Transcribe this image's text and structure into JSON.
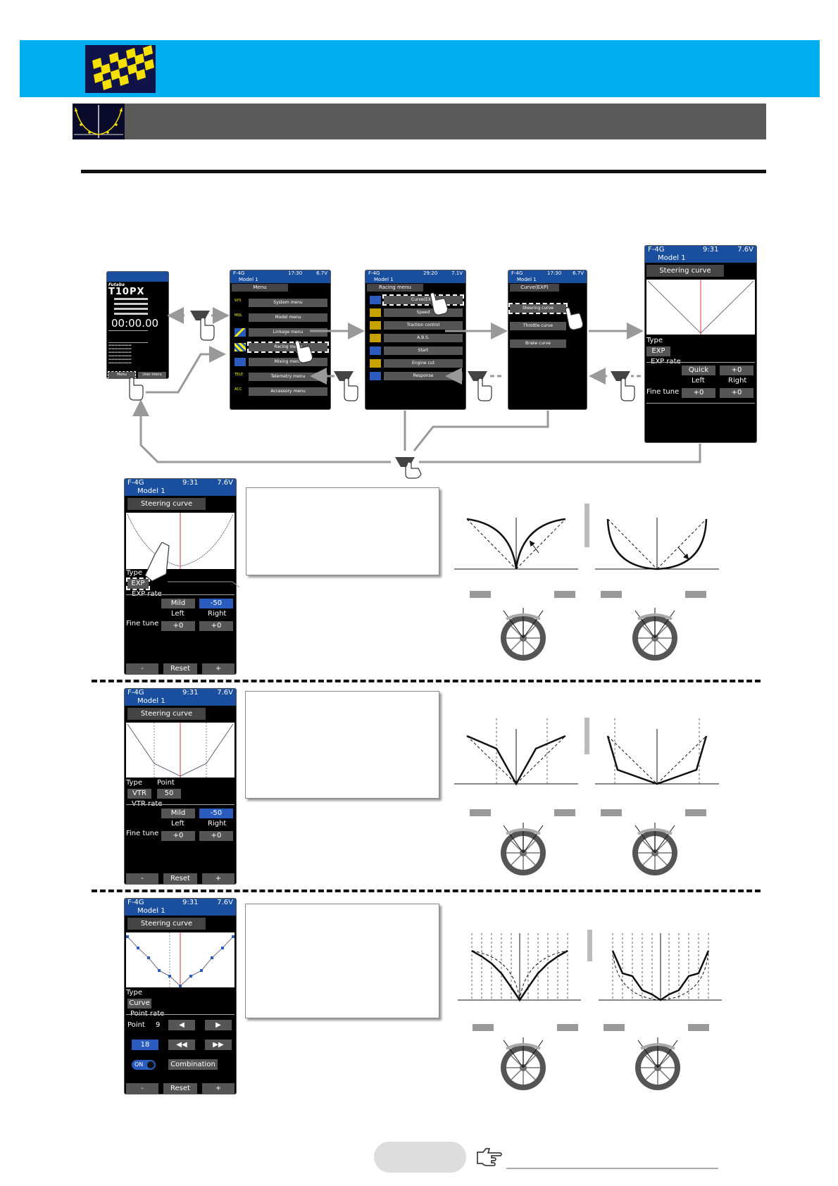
{
  "screens": {
    "status_left": "F-4G",
    "time": "9:31",
    "voltage": "7.6V",
    "model": "Model 1",
    "steering_curve": "Steering curve"
  },
  "home": {
    "brand": "Futaba",
    "model_name": "T10PX",
    "timer": "00:00.00",
    "menu_btn": "Menu",
    "user_menu_btn": "User menu"
  },
  "menu_screen": {
    "title": "Menu",
    "time": "17:30",
    "voltage": "6.7V",
    "items": [
      {
        "icon": "SYS",
        "label": "System menu"
      },
      {
        "icon": "MDL",
        "label": "Model menu"
      },
      {
        "icon": "",
        "label": "Linkage menu"
      },
      {
        "icon": "",
        "label": "Racing menu"
      },
      {
        "icon": "",
        "label": "Mixing menu"
      },
      {
        "icon": "TELE",
        "label": "Telemetry menu"
      },
      {
        "icon": "ACC",
        "label": "Accessory menu"
      }
    ]
  },
  "racing_screen": {
    "title": "Racing menu",
    "time": "29:20",
    "voltage": "7.1V",
    "items": [
      {
        "label": "Curve(EXP)"
      },
      {
        "label": "Speed"
      },
      {
        "label": "Traction control"
      },
      {
        "label": "A.B.S."
      },
      {
        "label": "Start"
      },
      {
        "label": "Engine cut"
      },
      {
        "label": "Response"
      }
    ]
  },
  "curve_screen": {
    "title": "Curve(EXP)",
    "time": "17:30",
    "voltage": "6.7V",
    "items": [
      {
        "label": "Steering curve"
      },
      {
        "label": "Throttle curve"
      },
      {
        "label": "Brake curve"
      }
    ]
  },
  "exp_big": {
    "type_label": "Type",
    "type_value": "EXP",
    "rate_label": "EXP rate",
    "quick": "Quick",
    "plus0": "+0",
    "left": "Left",
    "right": "Right",
    "fine_tune": "Fine tune"
  },
  "exp_detail": {
    "type_label": "Type",
    "type_value": "EXP",
    "rate_label": "EXP rate",
    "mild": "Mild",
    "rate_value": "-50",
    "left": "Left",
    "right": "Right",
    "fine_tune": "Fine tune",
    "fine_left": "+0",
    "fine_right": "+0",
    "minus": "-",
    "reset": "Reset",
    "plus": "+"
  },
  "vtr_detail": {
    "type_label": "Type",
    "point_label": "Point",
    "type_value": "VTR",
    "point_value": "50",
    "rate_label": "VTR rate",
    "mild": "Mild",
    "rate_value": "-50",
    "left": "Left",
    "right": "Right",
    "fine_tune": "Fine tune",
    "fine_left": "+0",
    "fine_right": "+0",
    "minus": "-",
    "reset": "Reset",
    "plus": "+"
  },
  "curve_detail": {
    "type_label": "Type",
    "type_value": "Curve",
    "rate_label": "Point rate",
    "point_label": "Point",
    "point_value": "9",
    "rate_value": "18",
    "on": "ON",
    "combination": "Combination",
    "minus": "-",
    "reset": "Reset",
    "plus": "+"
  }
}
